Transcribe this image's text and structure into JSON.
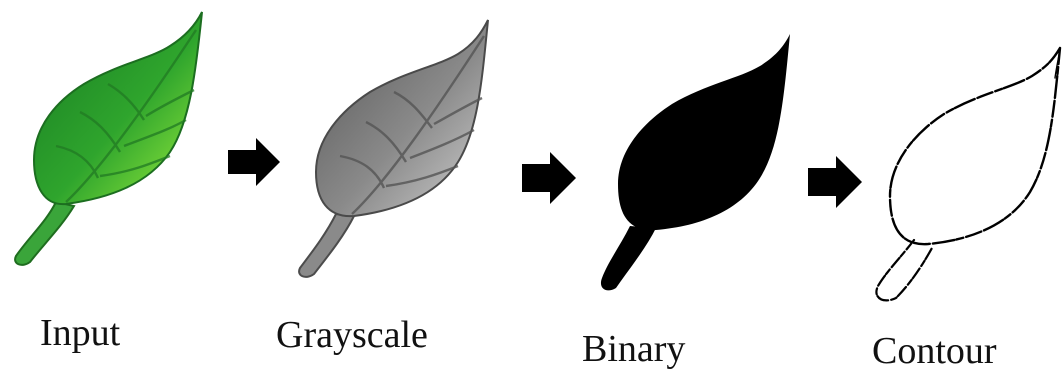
{
  "figure": {
    "steps": [
      {
        "label": "Input",
        "icon": "green-leaf"
      },
      {
        "label": "Grayscale",
        "icon": "gray-leaf"
      },
      {
        "label": "Binary",
        "icon": "black-leaf"
      },
      {
        "label": "Contour",
        "icon": "leaf-outline"
      }
    ],
    "arrow_icon": "right-arrow-icon",
    "colors": {
      "leaf_green_dark": "#1f8a2b",
      "leaf_green_light": "#8ce83a",
      "gray_dark": "#5f5f5f",
      "gray_light": "#c7c7c7",
      "binary": "#000000",
      "contour": "#000000",
      "arrow": "#000000"
    }
  }
}
